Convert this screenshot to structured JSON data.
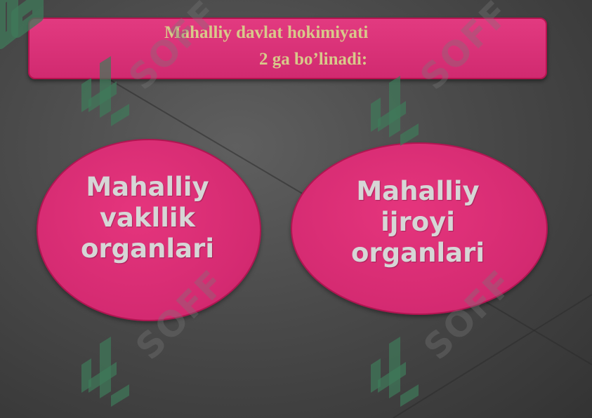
{
  "title": {
    "line1": "Mahalliy davlat hokimiyati",
    "line2": "2 ga bo’linadi:"
  },
  "nodes": [
    {
      "lines": [
        "Mahalliy",
        "vakllik",
        "organlari"
      ]
    },
    {
      "lines": [
        "Mahalliy",
        "ijroyi",
        "organlari"
      ]
    }
  ],
  "watermark": {
    "text": "SOFF"
  },
  "colors": {
    "box_fill": "#d92f74",
    "title_text": "#d8c98a",
    "node_text": "#d6d6d6",
    "watermark_green": "#3f7a5a",
    "background": "#4a4a4a"
  }
}
